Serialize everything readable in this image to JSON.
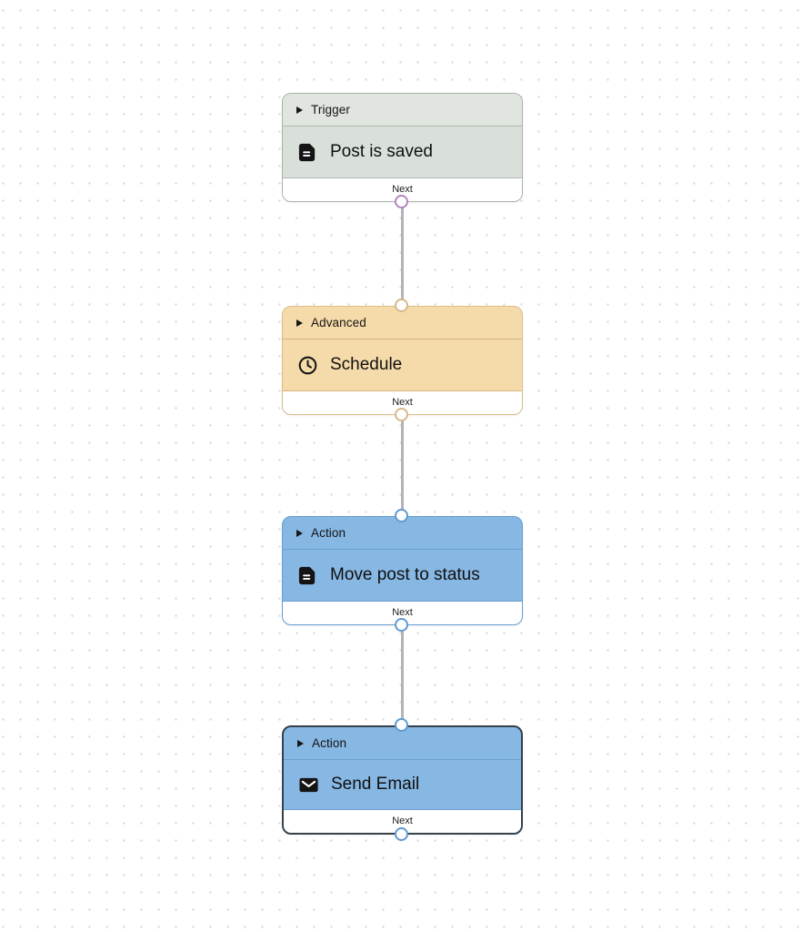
{
  "canvas": {
    "background_color": "#ffffff",
    "dot_color": "#d7d7d7",
    "edge_color": "#b4b2b8"
  },
  "workflow": {
    "nodes": [
      {
        "id": "trigger-1",
        "kind": "Trigger",
        "title": "Post is saved",
        "icon": "document-icon",
        "footer_label": "Next",
        "selected": false,
        "colors": {
          "header_bg": "#e0e5e0",
          "body_bg": "#d9e0da",
          "border": "#a9b3a9",
          "output_handle_ring": "#b286bd"
        }
      },
      {
        "id": "advanced-1",
        "kind": "Advanced",
        "title": "Schedule",
        "icon": "clock-icon",
        "footer_label": "Next",
        "selected": false,
        "colors": {
          "header_bg": "#f6dbaa",
          "body_bg": "#f6dbaa",
          "border": "#d9be8b",
          "input_handle_ring": "#d5b987",
          "output_handle_ring": "#d5b987"
        }
      },
      {
        "id": "action-1",
        "kind": "Action",
        "title": "Move post to status",
        "icon": "document-icon",
        "footer_label": "Next",
        "selected": false,
        "colors": {
          "header_bg": "#87b7e3",
          "body_bg": "#87b7e3",
          "border": "#639dd1",
          "input_handle_ring": "#5f9ad0",
          "output_handle_ring": "#5f9ad0"
        }
      },
      {
        "id": "action-2",
        "kind": "Action",
        "title": "Send Email",
        "icon": "envelope-icon",
        "footer_label": "Next",
        "selected": true,
        "colors": {
          "header_bg": "#87b7e3",
          "body_bg": "#87b7e3",
          "border": "#35414d",
          "input_handle_ring": "#5f9ad0",
          "output_handle_ring": "#5f9ad0"
        }
      }
    ],
    "edges": [
      {
        "from": "trigger-1",
        "to": "advanced-1",
        "color": "#b4b2b8"
      },
      {
        "from": "advanced-1",
        "to": "action-1",
        "color": "#b4b2b8"
      },
      {
        "from": "action-1",
        "to": "action-2",
        "color": "#b4b2b8"
      }
    ]
  }
}
